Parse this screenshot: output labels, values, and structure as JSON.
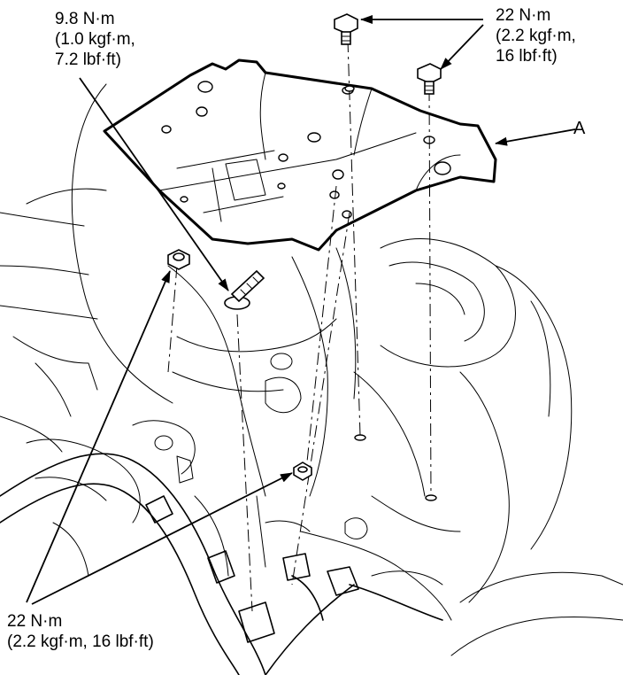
{
  "callouts": {
    "upper_left": {
      "torque_nm": "9.8 N·m",
      "torque_kgfm": "(1.0 kgf·m,",
      "torque_lbfft": "7.2 lbf·ft)"
    },
    "upper_right": {
      "torque_nm": "22 N·m",
      "torque_kgfm": "(2.2 kgf·m,",
      "torque_lbfft": "16 lbf·ft)"
    },
    "lower_left": {
      "torque_nm": "22 N·m",
      "torque_full": "(2.2 kgf·m, 16 lbf·ft)"
    }
  },
  "part_label": "A"
}
